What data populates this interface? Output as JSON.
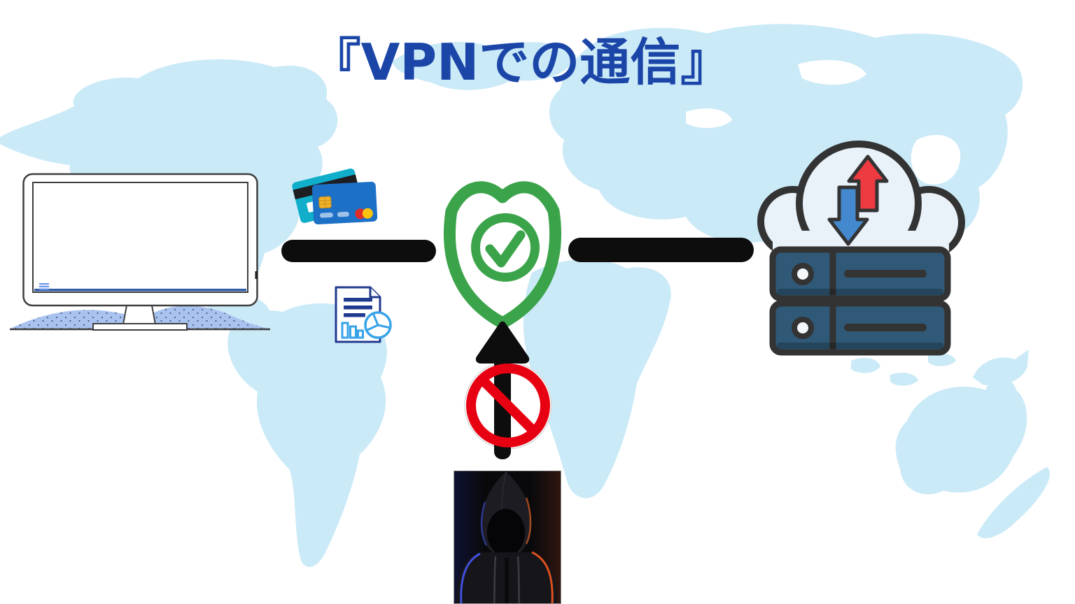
{
  "title": {
    "text": "『VPNでの通信』"
  },
  "icons": [
    {
      "name": "computer-monitor-icon",
      "meaning": "client PC"
    },
    {
      "name": "credit-cards-icon",
      "meaning": "payment data"
    },
    {
      "name": "document-report-icon",
      "meaning": "document data"
    },
    {
      "name": "vpn-shield-check-icon",
      "meaning": "VPN protection"
    },
    {
      "name": "cloud-transfer-icon",
      "meaning": "cloud upload/download"
    },
    {
      "name": "server-rack-icon",
      "meaning": "server"
    },
    {
      "name": "blocked-arrow-icon",
      "meaning": "intrusion attempt"
    },
    {
      "name": "prohibition-icon",
      "meaning": "access blocked"
    },
    {
      "name": "hacker-photo",
      "meaning": "attacker"
    }
  ],
  "colors": {
    "title_blue": "#1b46a8",
    "map_blue": "#cbeaf8",
    "hill_blue": "#a9c3f0",
    "shield_green": "#3ba44a",
    "prohibition_red": "#e60012",
    "connector_black": "#0d0d0d",
    "server_navy": "#2f5977",
    "cloud_fill": "#e9f1f9",
    "upload_red": "#ee3a41",
    "download_blue": "#4489ce",
    "card_teal": "#10aecb",
    "card_blue": "#1c70c6",
    "doc_navy": "#203a8f",
    "doc_lightblue": "#37a3e8"
  }
}
